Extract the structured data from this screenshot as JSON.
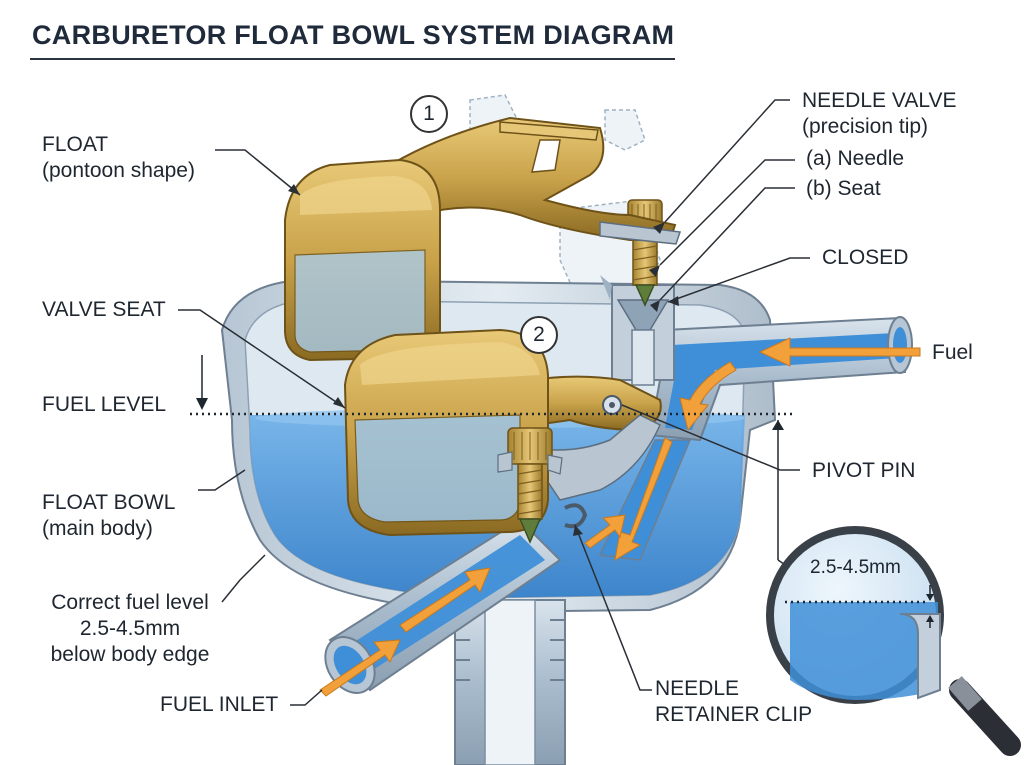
{
  "title": "CARBURETOR FLOAT BOWL SYSTEM DIAGRAM",
  "markers": [
    "1",
    "2"
  ],
  "labels": {
    "float": [
      "FLOAT",
      "(pontoon shape)"
    ],
    "valve_seat": "VALVE SEAT",
    "fuel_level": "FUEL LEVEL",
    "float_bowl": [
      "FLOAT BOWL",
      "(main body)"
    ],
    "correct_level": [
      "Correct fuel level",
      "2.5-4.5mm",
      "below body edge"
    ],
    "fuel_inlet": "FUEL INLET",
    "needle_valve": [
      "NEEDLE VALVE",
      "(precision tip)"
    ],
    "needle": "(a) Needle",
    "seat": "(b) Seat",
    "closed": "CLOSED",
    "fuel": "Fuel",
    "pivot_pin": "PIVOT PIN",
    "retainer_clip": [
      "NEEDLE",
      "RETAINER CLIP"
    ],
    "magnifier": "2.5-4.5mm"
  },
  "colors": {
    "fuel": "#3f8fd8",
    "fuel_light": "#a9d1f2",
    "bowl": "#cfdbe6",
    "brass": "#c9a24a",
    "brass_dark": "#8a6a22",
    "arrow": "#f2a03a",
    "line": "#2a2f36"
  }
}
